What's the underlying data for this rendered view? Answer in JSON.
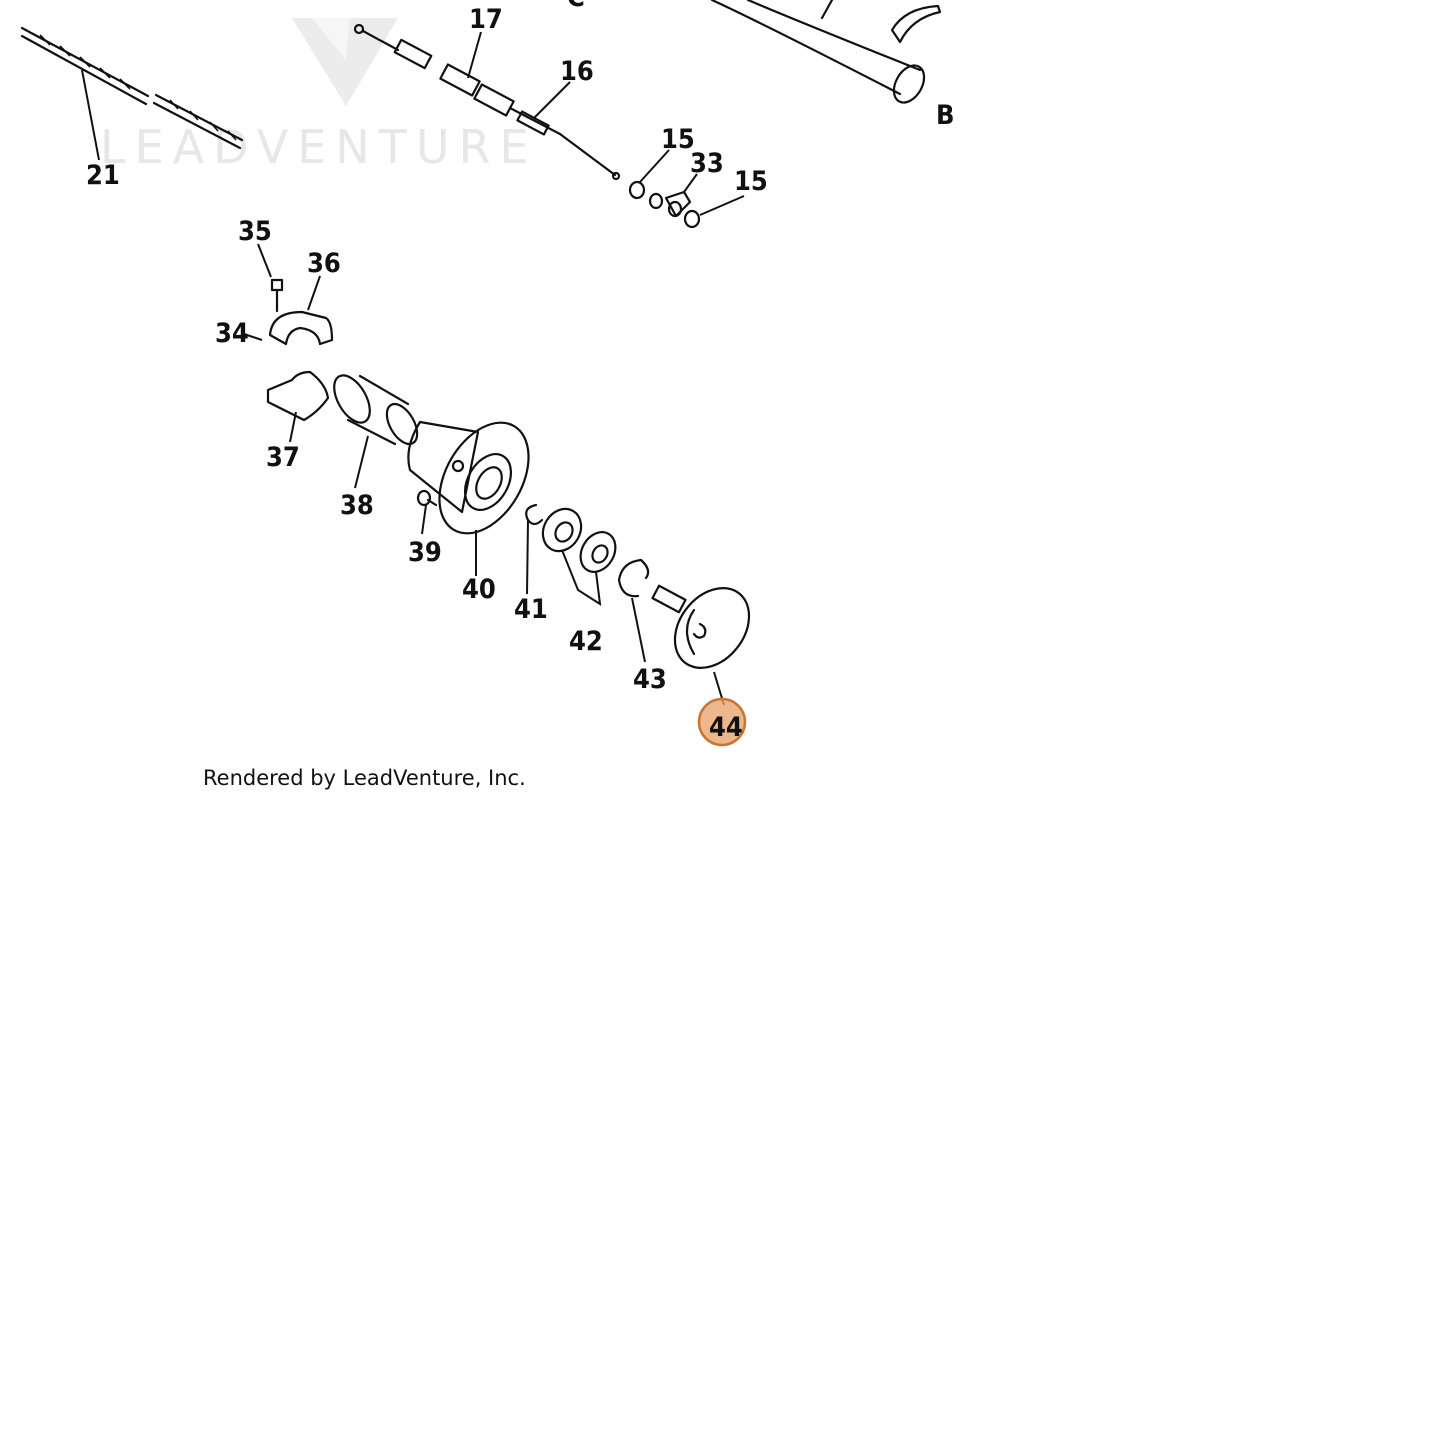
{
  "watermark": {
    "text": "LEADVENTURE"
  },
  "credit": "Rendered by LeadVenture, Inc.",
  "highlight_color": "#e7a36b",
  "callouts": {
    "c21": "21",
    "c17": "17",
    "c16": "16",
    "c15a": "15",
    "c33": "33",
    "c15b": "15",
    "cB": "B",
    "cC": "C",
    "c35": "35",
    "c36": "36",
    "c34": "34",
    "c37": "37",
    "c38": "38",
    "c39": "39",
    "c40": "40",
    "c41": "41",
    "c42": "42",
    "c43": "43",
    "c44": "44"
  },
  "selected_callout": "44"
}
